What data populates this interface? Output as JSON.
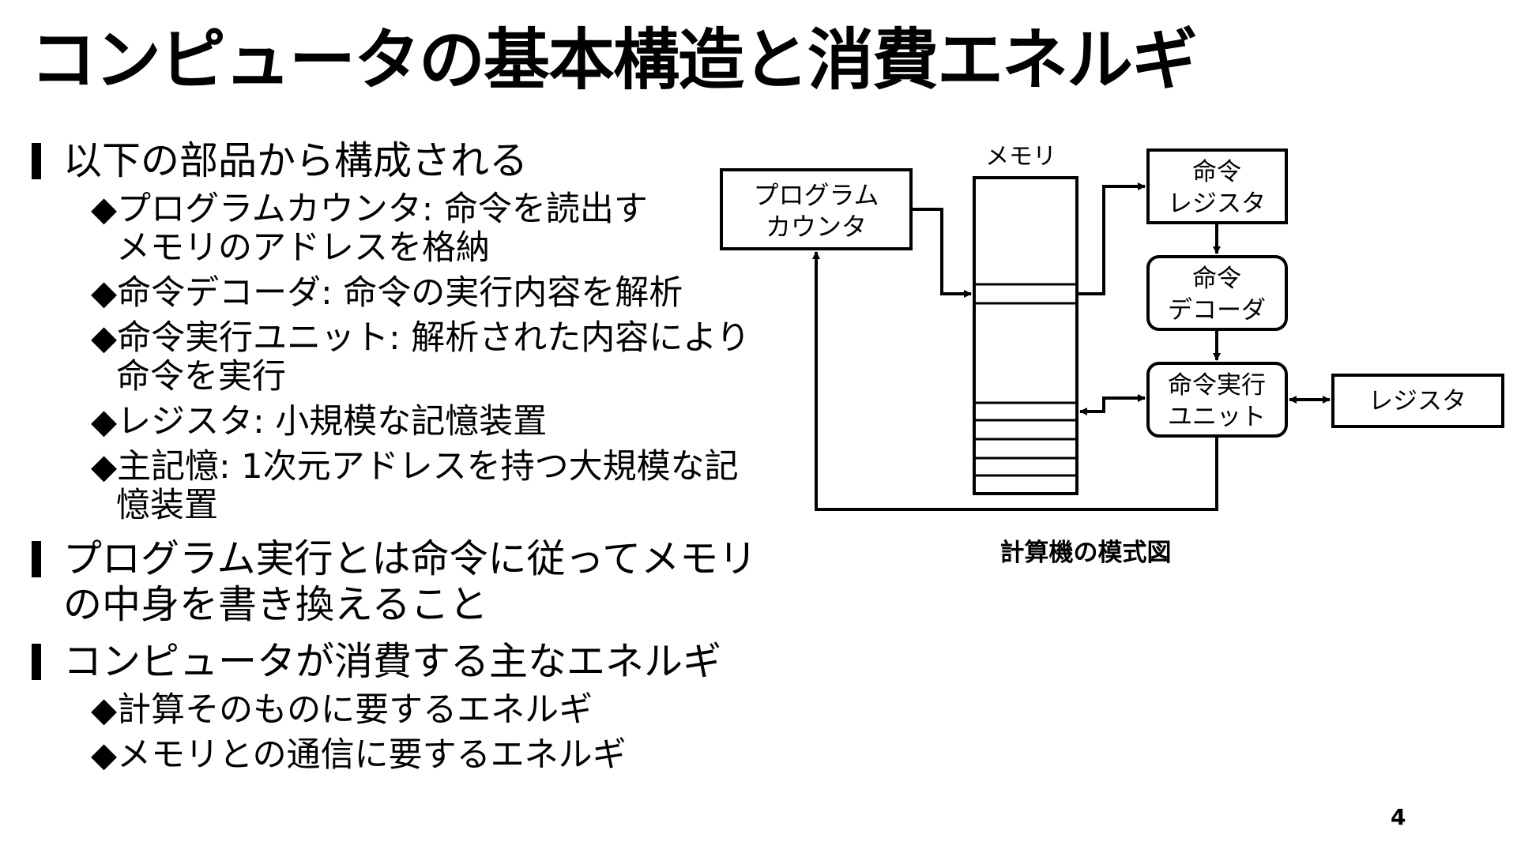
{
  "slide": {
    "title": "コンピュータの基本構造と消費エネルギ",
    "page_number": "4",
    "bullets": [
      {
        "text": "以下の部品から構成される",
        "subs": [
          {
            "line1": "◆プログラムカウンタ: 命令を読出す",
            "line2": "メモリのアドレスを格納"
          },
          {
            "line1": "◆命令デコーダ: 命令の実行内容を解析"
          },
          {
            "line1": "◆命令実行ユニット: 解析された内容により",
            "line2": "命令を実行"
          },
          {
            "line1": "◆レジスタ: 小規模な記憶装置"
          },
          {
            "line1": "◆主記憶: 1次元アドレスを持つ大規模な記",
            "line2": "憶装置"
          }
        ]
      },
      {
        "text1": "プログラム実行とは命令に従ってメモリ",
        "text2": "の中身を書き換えること"
      },
      {
        "text": "コンピュータが消費する主なエネルギ",
        "subs": [
          {
            "line1": "◆計算そのものに要するエネルギ"
          },
          {
            "line1": "◆メモリとの通信に要するエネルギ"
          }
        ]
      }
    ]
  },
  "diagram": {
    "caption": "計算機の模式図",
    "memory_label": "メモリ",
    "program_counter": {
      "line1": "プログラム",
      "line2": "カウンタ"
    },
    "instruction_register": {
      "line1": "命令",
      "line2": "レジスタ"
    },
    "instruction_decoder": {
      "line1": "命令",
      "line2": "デコーダ"
    },
    "execution_unit": {
      "line1": "命令実行",
      "line2": "ユニット"
    },
    "register": "レジスタ"
  }
}
